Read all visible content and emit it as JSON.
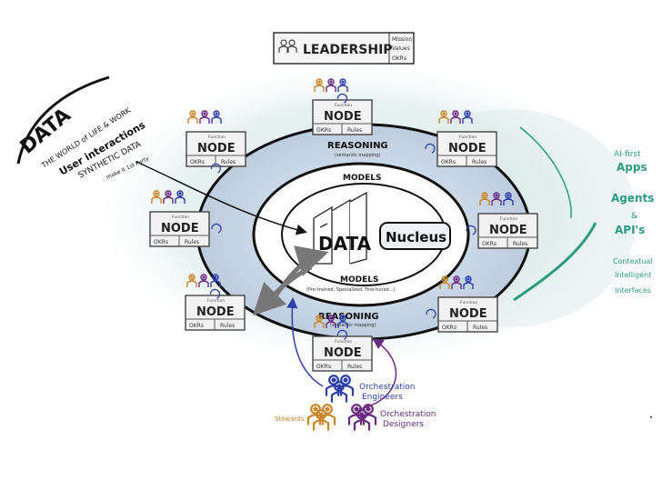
{
  "leadership": {
    "title": "LEADERSHIP",
    "tags": [
      "Mission",
      "Values",
      "OKRs"
    ]
  },
  "data_block": {
    "title": "DATA",
    "lines": [
      "THE WORLD of LIFE & WORK",
      "User interactions",
      "SYNTHETIC DATA",
      "make it 1st Party"
    ]
  },
  "node": {
    "label": "NODE",
    "function_label": "Function",
    "okrs": "OKRs",
    "rules": "Rules"
  },
  "rings": {
    "reasoning": "REASONING",
    "reasoning_sub": "(semantic mapping)",
    "models": "MODELS",
    "models_sub": "(Pre-trained, Specialized, Fine-tuned...)",
    "data": "DATA",
    "nucleus": "Nucleus"
  },
  "roles": {
    "engineers": [
      "Orchestration",
      "Engineers"
    ],
    "designers": [
      "Orchestration",
      "Designers"
    ],
    "stewards": "Stewards"
  },
  "right_side": {
    "apps": [
      "AI-first",
      "Apps"
    ],
    "agents": [
      "Agents",
      "&",
      "API's"
    ],
    "interfaces": [
      "Contextual",
      "Intelligent",
      "Interfaces"
    ]
  },
  "colors": {
    "orange": "#c9862b",
    "purple": "#6a2a80",
    "blue": "#2c3fa8",
    "teal": "#2f9a82",
    "glow": "#cfe0e2",
    "ring_fill": "#c9d6e6"
  }
}
